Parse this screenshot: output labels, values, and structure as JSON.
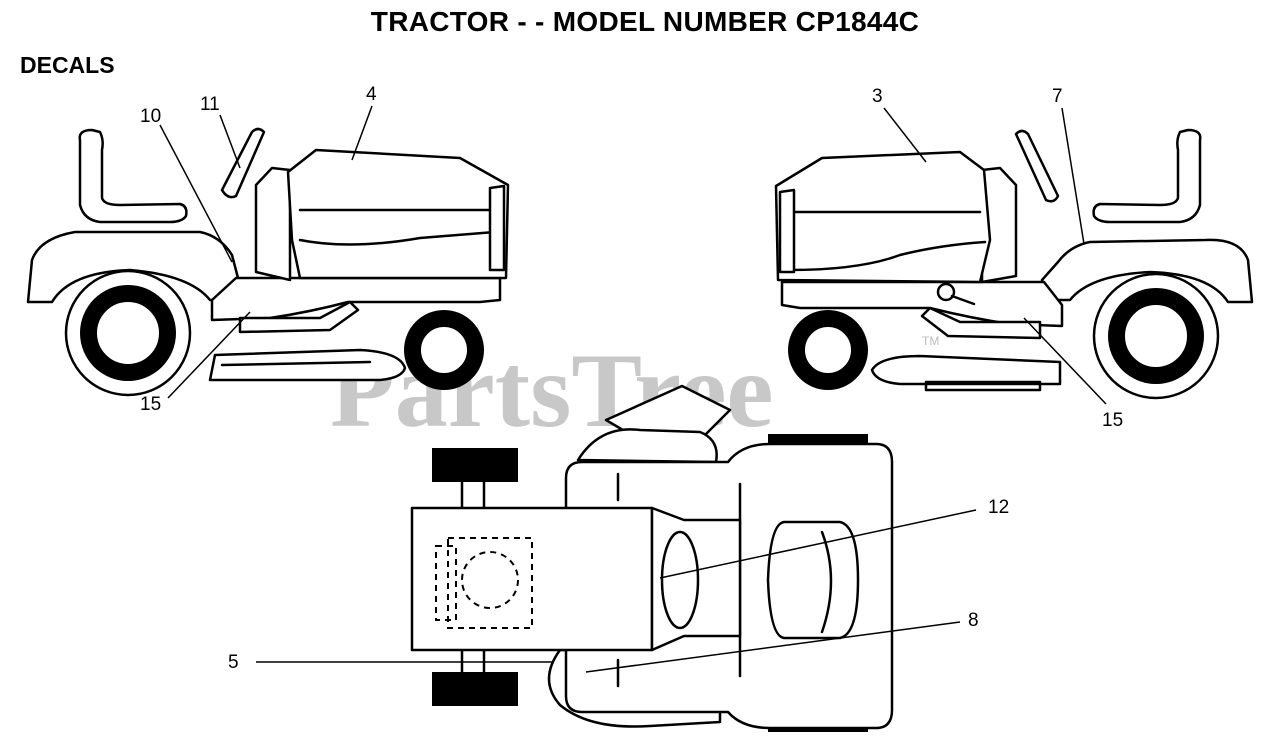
{
  "header": {
    "title": "TRACTOR - - MODEL NUMBER CP1844C",
    "section": "DECALS"
  },
  "watermark": {
    "text": "PartsTree",
    "tm": "TM"
  },
  "callouts": {
    "left_10": "10",
    "left_11": "11",
    "left_4": "4",
    "left_15": "15",
    "right_3": "3",
    "right_7": "7",
    "right_15": "15",
    "top_12": "12",
    "top_8": "8",
    "top_5": "5"
  }
}
